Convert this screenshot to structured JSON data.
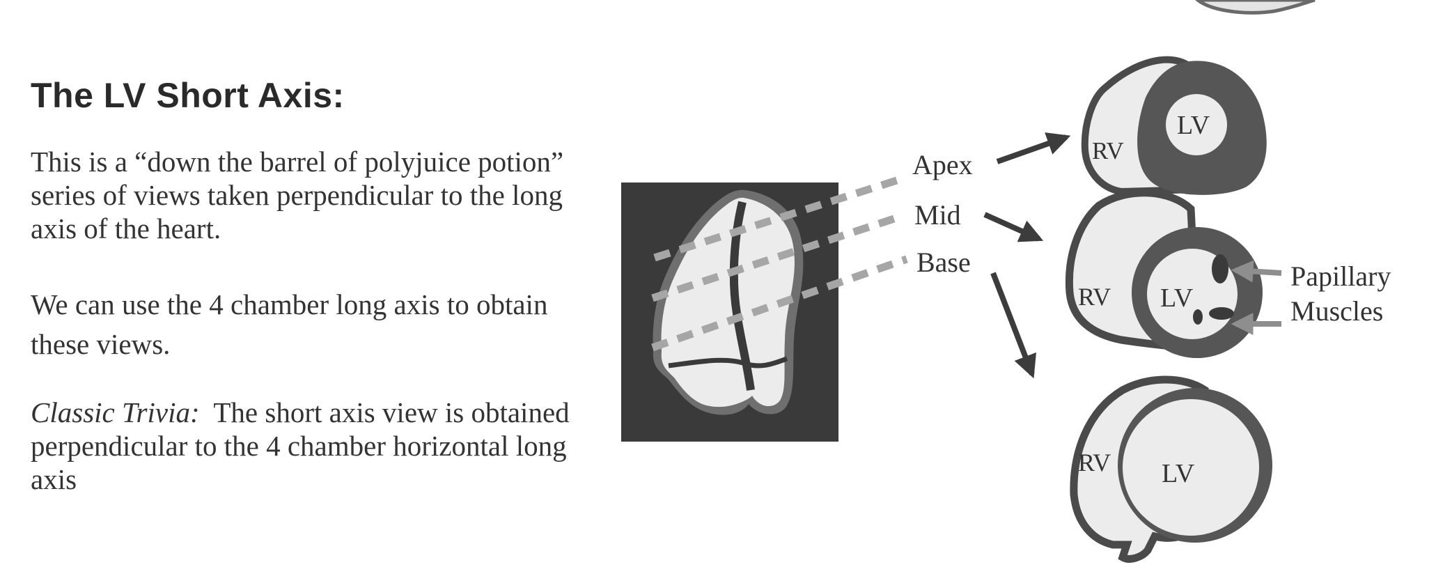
{
  "heading": "The LV Short Axis:",
  "paragraphs": {
    "p1": "This is a “down the barrel of polyjuice potion” series of views taken perpendicular to the long axis of the heart.",
    "p2": "We can use the 4 chamber long axis to obtain these views.",
    "p3_label": "Classic Trivia:",
    "p3_text": "The short axis view is obtained perpendicular to the 4 chamber horizontal long axis"
  },
  "diagram": {
    "levels": {
      "apex": "Apex",
      "mid": "Mid",
      "base": "Base"
    },
    "chambers": {
      "rv": "RV",
      "lv": "LV"
    },
    "papillary": {
      "line1": "Papillary",
      "line2": "Muscles"
    },
    "colors": {
      "dark": "#3c3c3c",
      "myocardium": "#565656",
      "fill": "#ececec",
      "dash": "#a6a6a6",
      "arrow": "#8e8e8e"
    }
  }
}
